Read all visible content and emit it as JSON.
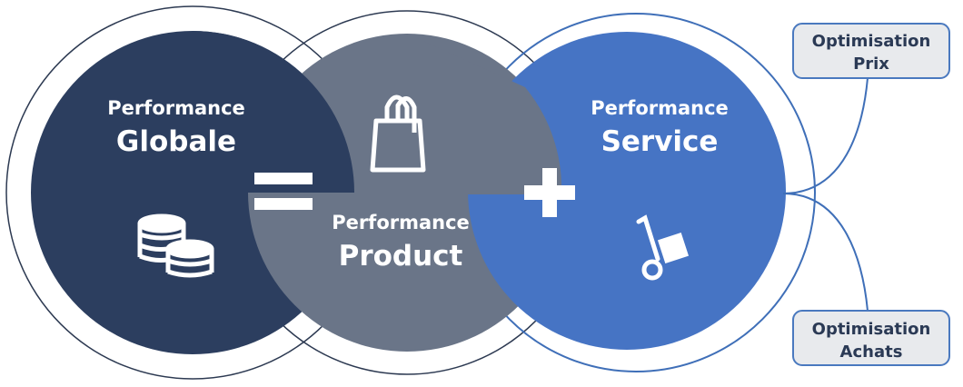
{
  "colors": {
    "globale": "#2c3e5f",
    "product": "#6a7588",
    "service": "#4674c4",
    "outline_dark": "#2d3a52",
    "outline_blue": "#3f6fb8",
    "box_fill": "#e8eaed",
    "box_stroke": "#4a79bf"
  },
  "globale": {
    "line1": "Performance",
    "line2": "Globale",
    "icon": "coins-icon"
  },
  "product": {
    "line1": "Performance",
    "line2": "Product",
    "icon": "shopping-bag-icon"
  },
  "service": {
    "line1": "Performance",
    "line2": "Service",
    "icon": "hand-truck-icon"
  },
  "operators": {
    "equals": "=",
    "plus": "+"
  },
  "boxes": [
    {
      "line1": "Optimisation",
      "line2": "Prix"
    },
    {
      "line1": "Optimisation",
      "line2": "Achats"
    }
  ]
}
